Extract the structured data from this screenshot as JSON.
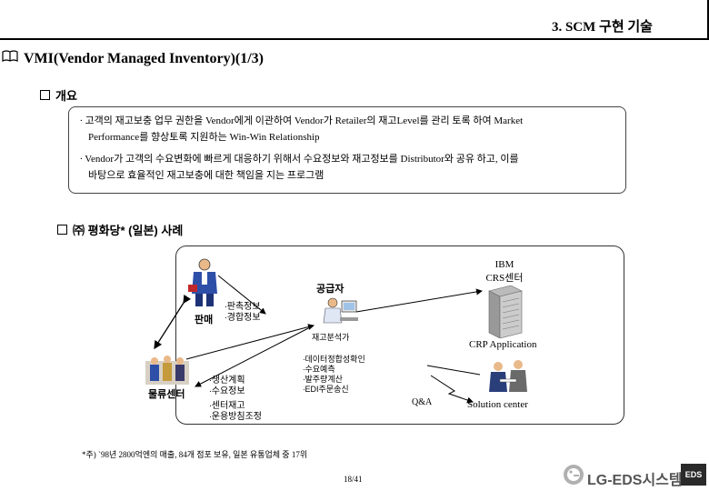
{
  "header": {
    "title": "3. SCM 구현 기술"
  },
  "slide": {
    "title": "VMI(Vendor Managed Inventory)(1/3)"
  },
  "overview": {
    "heading": "개요",
    "bullet1_line1": "∙ 고객의 재고보충 업무 권한을 Vendor에게 이관하여 Vendor가  Retailer의  재고Level를  관리 토록 하여  Market",
    "bullet1_line2": "Performance를 향상토록 지원하는 Win-Win Relationship",
    "bullet2_line1": "∙ Vendor가 고객의 수요변화에 빠르게 대응하기 위해서 수요정보와 재고정보를  Distributor와 공유 하고, 이를",
    "bullet2_line2": "바탕으로 효율적인 재고보충에 대한 책임을 지는 프로그램"
  },
  "case": {
    "heading": "㈜ 평화당* (일본) 사례",
    "supplier_label": "공급자",
    "ibm_line1": "IBM",
    "ibm_line2": "CRS센터",
    "sales_label": "판매",
    "sales_info_1": "∙판촉정보",
    "sales_info_2": "∙경합정보",
    "analyst_label": "재고분석가",
    "crp_label": "CRP Application",
    "analyst_info_1": "∙데이터정합성확인",
    "analyst_info_2": "∙수요예측",
    "analyst_info_3": "∙발주량계산",
    "analyst_info_4": "∙EDI주문송신",
    "logistics_label": "물류센터",
    "plan_info_1": "∙생산계획",
    "plan_info_2": "∙수요정보",
    "center_info_1": "∙센터재고",
    "center_info_2": "∙운용방침조정",
    "qa_label": "Q&A",
    "solution_label": "Solution center"
  },
  "footnote": "*주) `98년 2800억엔의 매출, 84개 점포 보유, 일본 유통업체 중 17위",
  "page_number": "18/41",
  "logo": {
    "text": "LG-EDS시스템",
    "badge": "EDS"
  }
}
